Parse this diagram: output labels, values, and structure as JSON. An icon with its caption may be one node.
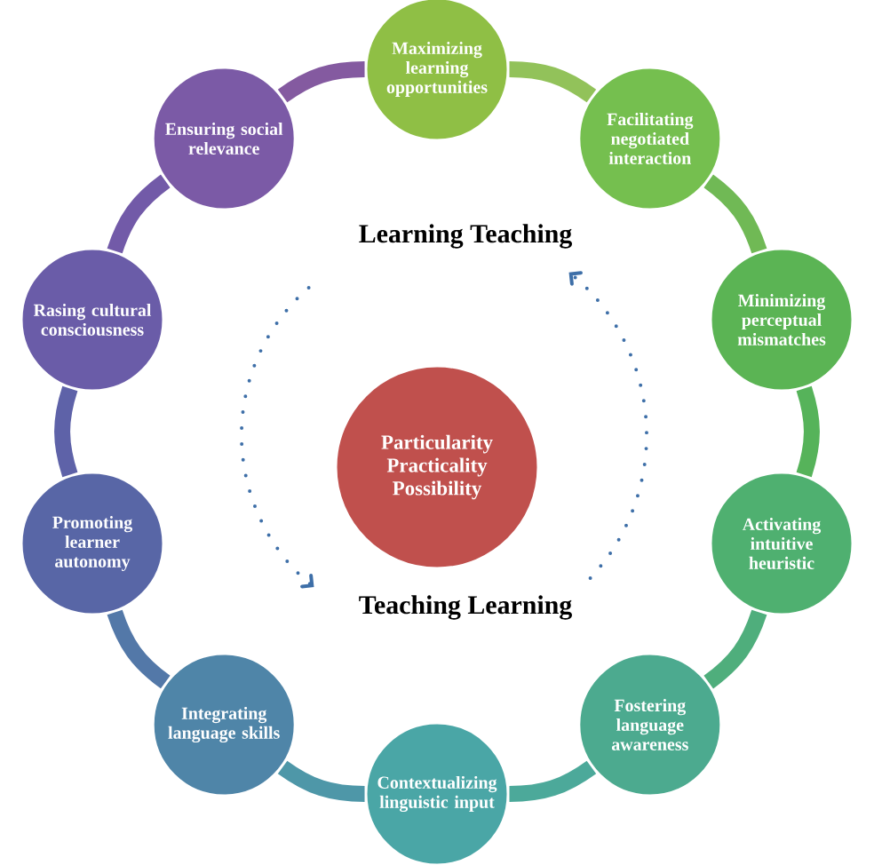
{
  "diagram": {
    "nodes": [
      {
        "text": [
          "Maximizing learning opportunities"
        ]
      },
      {
        "text": [
          "Facilitating negotiated interaction"
        ]
      },
      {
        "text": [
          "Minimizing perceptual mismatches"
        ]
      },
      {
        "text": [
          "Activating intuitive heuristic"
        ]
      },
      {
        "text": [
          "Fostering language awareness"
        ]
      },
      {
        "text": [
          "Contextualizing linguistic input"
        ]
      },
      {
        "text": [
          "Integrating language skills"
        ]
      },
      {
        "text": [
          "Promoting learner autonomy"
        ]
      },
      {
        "text": [
          "Rasing cultural consciousness"
        ]
      },
      {
        "text": [
          "Ensuring social relevance"
        ]
      },
      {
        "text": [
          "Particularity",
          "Practicality",
          "Possibility"
        ]
      }
    ],
    "edges": [
      {
        "from": 0,
        "to": 1,
        "arrow": "none",
        "color": "#92c25a"
      },
      {
        "from": 1,
        "to": 2,
        "arrow": "none",
        "color": "#70b955"
      },
      {
        "from": 2,
        "to": 3,
        "arrow": "none",
        "color": "#56b35a"
      },
      {
        "from": 3,
        "to": 4,
        "arrow": "none",
        "color": "#4fae7c"
      },
      {
        "from": 4,
        "to": 5,
        "arrow": "none",
        "color": "#4ca99a"
      },
      {
        "from": 5,
        "to": 6,
        "arrow": "none",
        "color": "#4e97a8"
      },
      {
        "from": 6,
        "to": 7,
        "arrow": "none",
        "color": "#5378a8"
      },
      {
        "from": 7,
        "to": 8,
        "arrow": "none",
        "color": "#5e62a8"
      },
      {
        "from": 8,
        "to": 9,
        "arrow": "none",
        "color": "#725aa8"
      },
      {
        "from": 9,
        "to": 0,
        "arrow": "none",
        "color": "#845aa0"
      }
    ],
    "labels": [
      "Learning Teaching",
      "Teaching Learning"
    ]
  }
}
